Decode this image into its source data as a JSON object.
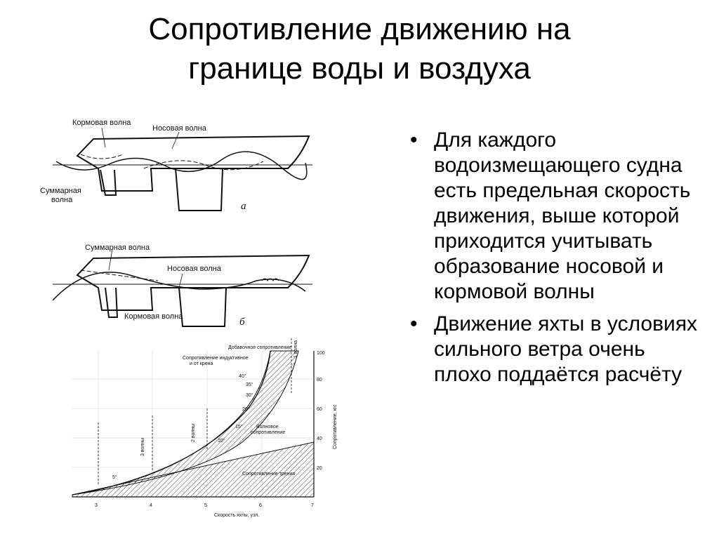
{
  "slide": {
    "title_line1": "Сопротивление движению на",
    "title_line2": "границе воды и воздуха",
    "bullets": [
      "Для каждого водоизмещающего судна есть предельная скорость движения, выше которой приходится учитывать образование носовой и кормовой волны",
      "Движение яхты в условиях сильного ветра очень плохо поддаётся расчёту"
    ]
  },
  "figure_a": {
    "label_stern_wave": "Кормовая волна",
    "label_bow_wave": "Носовая волна",
    "label_sum_wave_1": "Суммарная",
    "label_sum_wave_2": "волна",
    "letter": "а"
  },
  "figure_b": {
    "label_sum_wave": "Суммарная волна",
    "label_bow_wave": "Носовая волна",
    "label_stern_wave": "Кормовая волна",
    "letter": "б"
  },
  "graph": {
    "label_added_resistance": "Добавочное сопротивление",
    "label_induced_1": "Сопротивление индуктивное",
    "label_induced_2": "и от крена",
    "label_wave_1": "Волновое",
    "label_wave_2": "сопротивление",
    "label_friction": "Сопротивление трения",
    "xlabel": "Скорость яхты, узл.",
    "ylabel": "Сопротивление, кгс",
    "x_ticks": [
      "3",
      "4",
      "5",
      "6",
      "7"
    ],
    "y_ticks": [
      "20",
      "40",
      "60",
      "80",
      "100"
    ],
    "heel_labels": [
      "5°",
      "10°",
      "15°",
      "20°",
      "30°",
      "35°",
      "40°"
    ],
    "wave_labels": [
      "3 волны",
      "2 волны",
      "1 волна"
    ]
  }
}
